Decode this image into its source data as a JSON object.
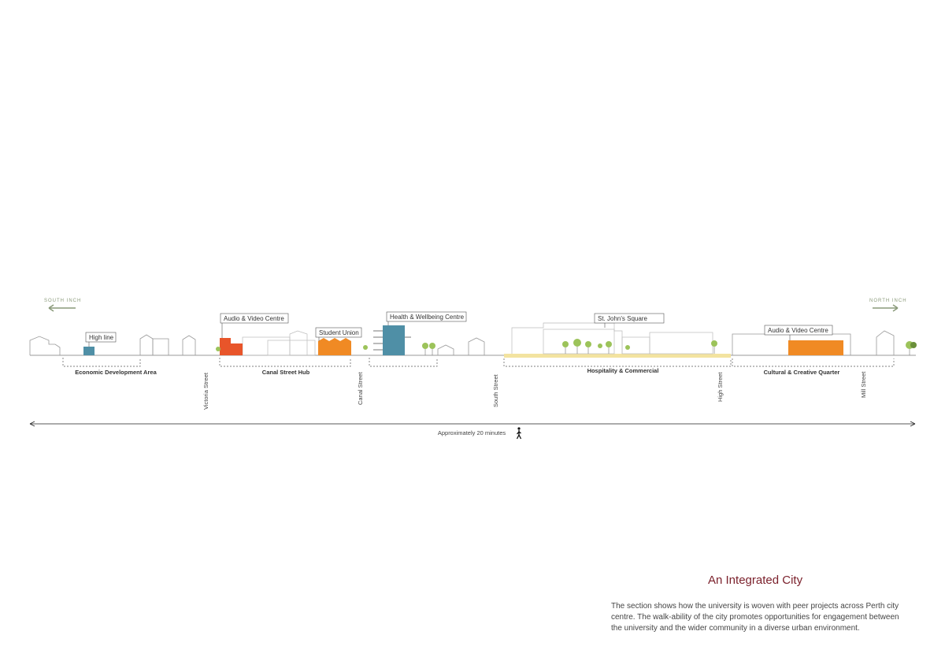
{
  "directions": {
    "south": "SOUTH INCH",
    "north": "NORTH INCH"
  },
  "callouts": {
    "high_line": "High line",
    "audio_video_1": "Audio & Video Centre",
    "student_union": "Student Union",
    "health_wellbeing": "Health & Wellbeing Centre",
    "st_johns": "St. John's Square",
    "audio_video_2": "Audio & Video Centre"
  },
  "zones": {
    "economic": "Economic Development Area",
    "canal_hub": "Canal Street Hub",
    "hospitality": "Hospitality & Commercial",
    "cultural": "Cultural & Creative Quarter"
  },
  "streets": {
    "victoria": "Victoria Street",
    "canal": "Canal Street",
    "south": "South Street",
    "high": "High Street",
    "mill": "Mill Street"
  },
  "walk_label": "Approximately 20 minutes",
  "caption": {
    "title": "An Integrated City",
    "body": "The section shows how the university is woven with peer projects across Perth city centre. The walk-ability of the city promotes opportunities for engagement between the university and the wider community in a diverse urban environment."
  },
  "colors": {
    "red_orange": "#e8552a",
    "orange": "#f08a24",
    "teal": "#4f8fa6",
    "yellow": "#f3e3a0",
    "tree": "#9cc35a",
    "title": "#7a1f2a",
    "arrow_green": "#8a9a7a"
  }
}
